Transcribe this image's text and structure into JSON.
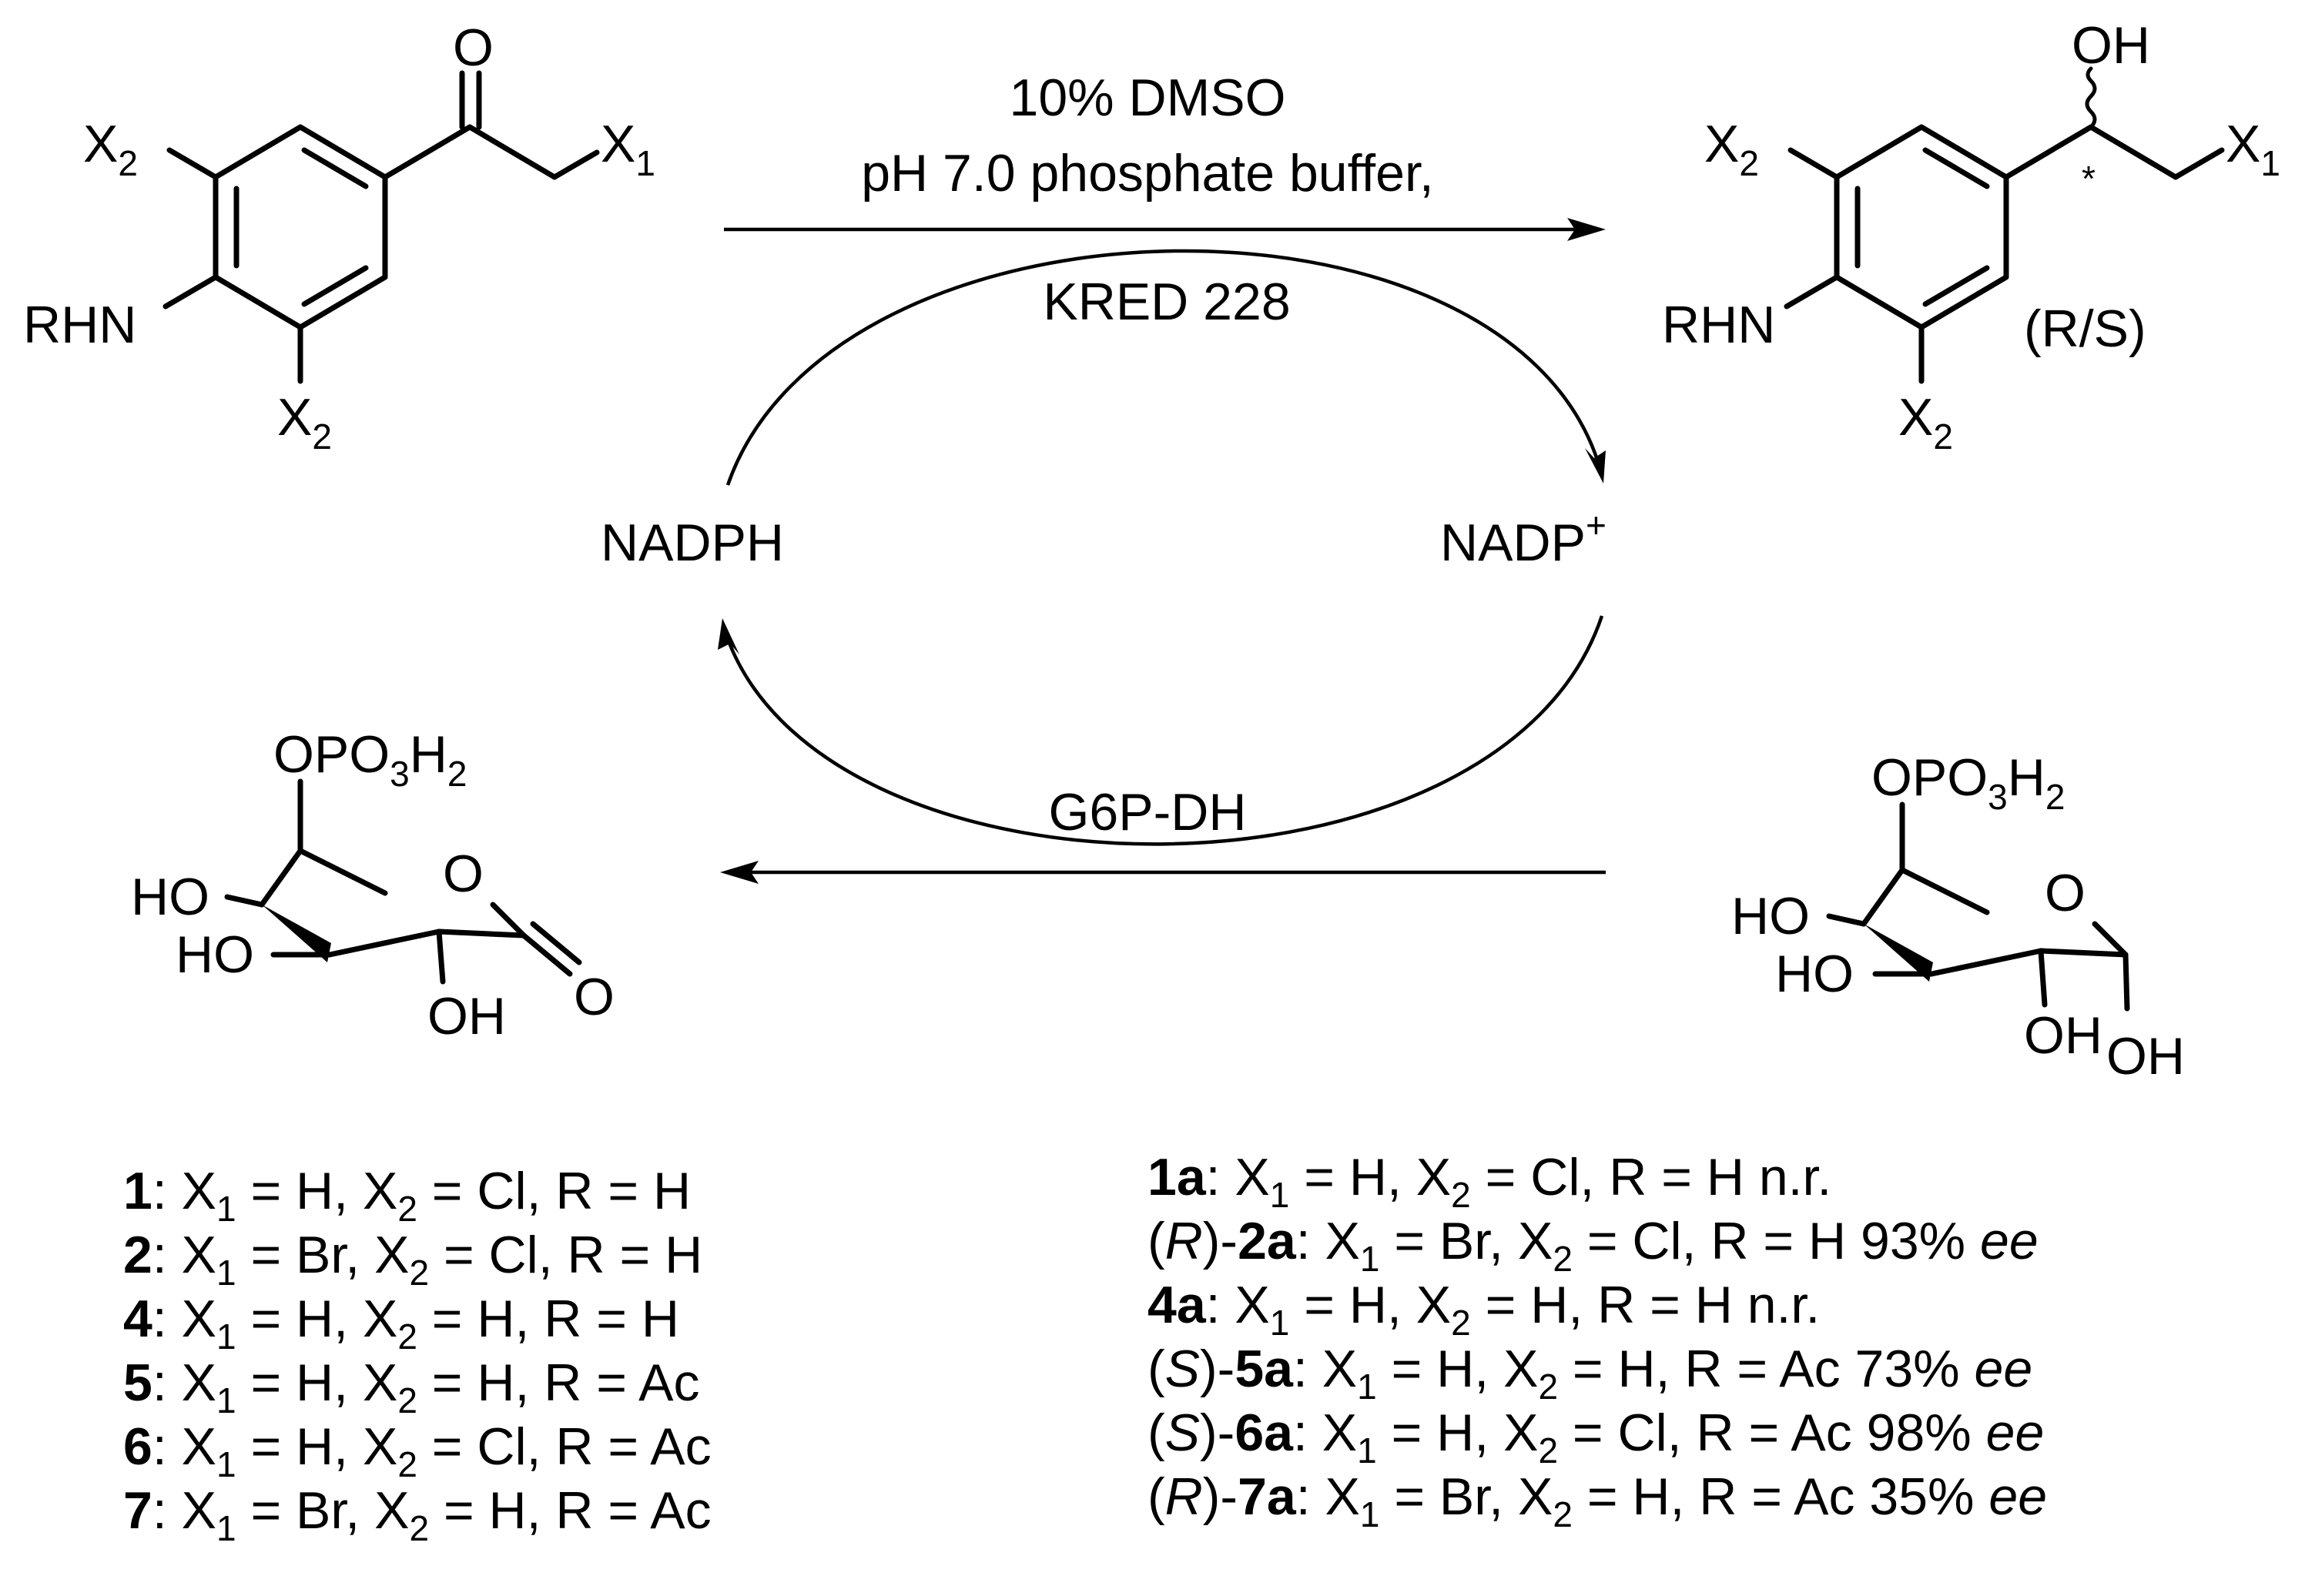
{
  "conditions": {
    "solvent": "10% DMSO",
    "buffer": "pH 7.0 phosphate buffer,",
    "enzyme": "KRED 228"
  },
  "cycle": {
    "cofactor_reduced": "NADPH",
    "cofactor_oxidized": "NADP",
    "oxidized_charge": "+",
    "regeneration_enzyme": "G6P-DH"
  },
  "substrate": {
    "x2_top": "X",
    "x2_top_sub": "2",
    "x1": "X",
    "x1_sub": "1",
    "oxygen": "O",
    "amine": "RHN",
    "x2_bottom": "X",
    "x2_bottom_sub": "2"
  },
  "product": {
    "oh": "OH",
    "x2_top": "X",
    "x2_top_sub": "2",
    "x1": "X",
    "x1_sub": "1",
    "amine": "RHN",
    "stereo_star": "*",
    "stereo_label": "(R/S)",
    "x2_bottom": "X",
    "x2_bottom_sub": "2"
  },
  "lactone": {
    "phosphate_o": "OPO",
    "phosphate_3": "3",
    "phosphate_h": "H",
    "phosphate_2": "2",
    "ring_o": "O",
    "ho_1": "HO",
    "ho_2": "HO",
    "oh": "OH",
    "carbonyl_o": "O"
  },
  "g6p": {
    "phosphate_o": "OPO",
    "phosphate_3": "3",
    "phosphate_h": "H",
    "phosphate_2": "2",
    "ring_o": "O",
    "ho_1": "HO",
    "ho_2": "HO",
    "oh_1": "OH",
    "oh_2": "OH"
  },
  "substrates_list": [
    {
      "id": "1",
      "text": ": X",
      "s1": "1",
      "mid": " = H, X",
      "s2": "2",
      "rest": " = Cl, R = H"
    },
    {
      "id": "2",
      "text": ": X",
      "s1": "1",
      "mid": " = Br, X",
      "s2": "2",
      "rest": " = Cl, R = H"
    },
    {
      "id": "4",
      "text": ": X",
      "s1": "1",
      "mid": " = H, X",
      "s2": "2",
      "rest": " = H, R = H"
    },
    {
      "id": "5",
      "text": ": X",
      "s1": "1",
      "mid": " = H, X",
      "s2": "2",
      "rest": " = H, R = Ac"
    },
    {
      "id": "6",
      "text": ": X",
      "s1": "1",
      "mid": " = H, X",
      "s2": "2",
      "rest": " = Cl, R = Ac"
    },
    {
      "id": "7",
      "text": ": X",
      "s1": "1",
      "mid": " = Br, X",
      "s2": "2",
      "rest": " = H, R = Ac"
    }
  ],
  "products_list": [
    {
      "pre": "",
      "cfg": "",
      "post": "",
      "id": "1a",
      "text": ": X",
      "s1": "1",
      "mid": " = H, X",
      "s2": "2",
      "rest": " = Cl, R = H n.r.",
      "ee": ""
    },
    {
      "pre": "(",
      "cfg": "R",
      "post": ")-",
      "id": "2a",
      "text": ": X",
      "s1": "1",
      "mid": " = Br, X",
      "s2": "2",
      "rest": " = Cl, R = H 93% ",
      "ee": "ee"
    },
    {
      "pre": "",
      "cfg": "",
      "post": "",
      "id": "4a",
      "text": ": X",
      "s1": "1",
      "mid": " = H, X",
      "s2": "2",
      "rest": " = H, R = H n.r.",
      "ee": ""
    },
    {
      "pre": "(",
      "cfg": "S",
      "post": ")-",
      "id": "5a",
      "text": ": X",
      "s1": "1",
      "mid": " = H, X",
      "s2": "2",
      "rest": " = H, R = Ac 73% ",
      "ee": "ee"
    },
    {
      "pre": "(",
      "cfg": "S",
      "post": ")-",
      "id": "6a",
      "text": ": X",
      "s1": "1",
      "mid": " = H, X",
      "s2": "2",
      "rest": " = Cl, R = Ac 98% ",
      "ee": "ee"
    },
    {
      "pre": "(",
      "cfg": "R",
      "post": ")-",
      "id": "7a",
      "text": ": X",
      "s1": "1",
      "mid": " = Br, X",
      "s2": "2",
      "rest": " = H, R = Ac 35% ",
      "ee": "ee"
    }
  ]
}
